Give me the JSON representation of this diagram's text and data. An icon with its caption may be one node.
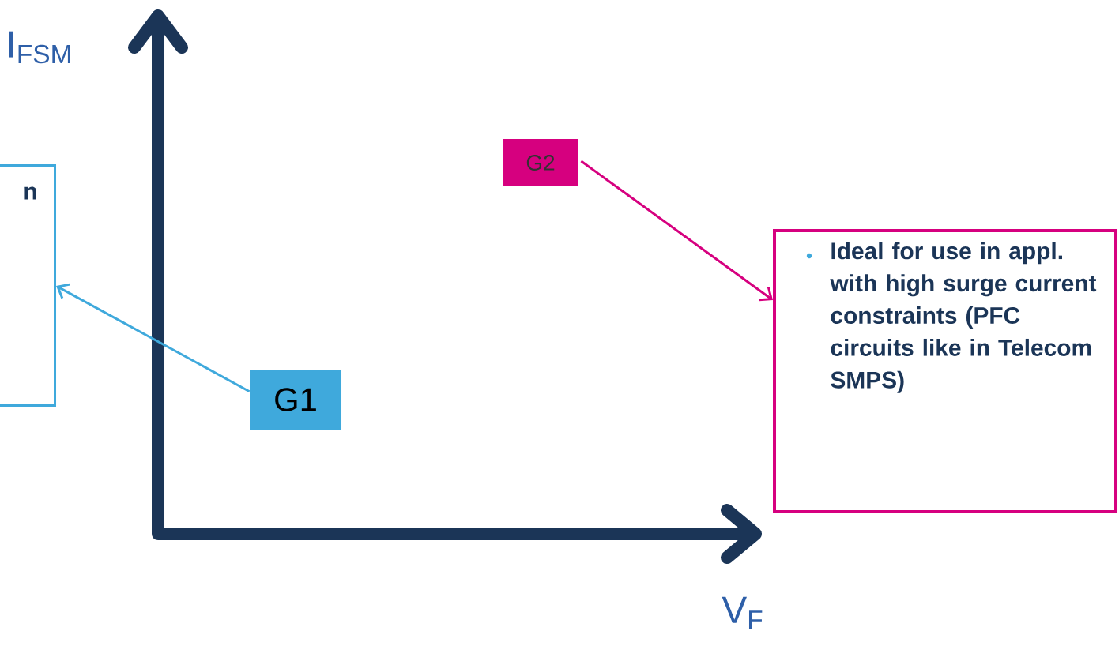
{
  "diagram": {
    "nodes": [
      {
        "text": [
          "n"
        ]
      },
      {
        "text": [
          "G1"
        ]
      },
      {
        "text": [
          "G2"
        ]
      },
      {
        "text": [
          "Ideal for use in appl. with high surge current constraints (PFC circuits like in Telecom SMPS)"
        ]
      }
    ],
    "edges": [
      {
        "from": 1,
        "to": 0,
        "arrow": "to",
        "color": "#3fa9dc"
      },
      {
        "from": 2,
        "to": 3,
        "arrow": "to",
        "color": "#d6007f"
      }
    ],
    "labels": [
      "I$_{FSM}$",
      "V$_{F}$"
    ]
  }
}
